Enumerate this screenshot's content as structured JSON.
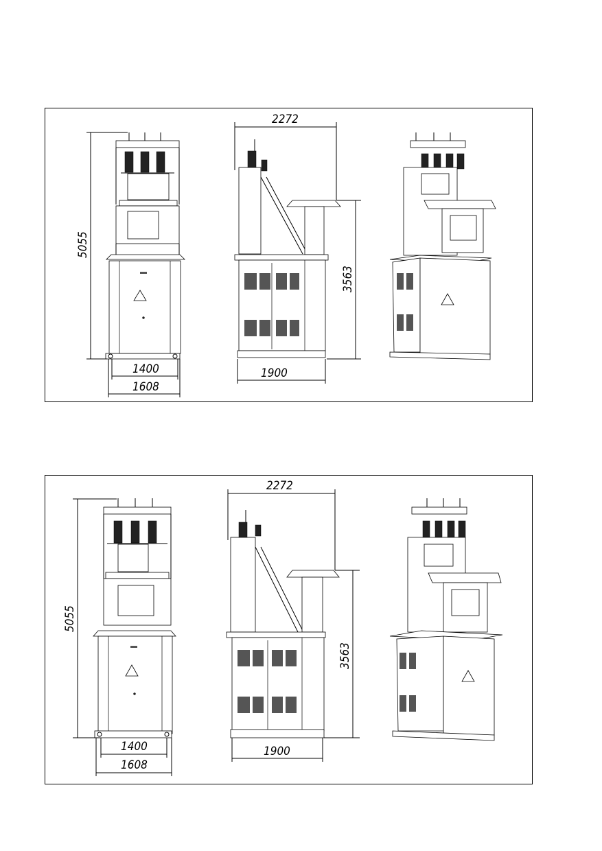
{
  "drawing_top": {
    "dim_top_width": "2272",
    "dim_total_height": "5055",
    "dim_side_height": "3563",
    "dim_inner_width": "1400",
    "dim_outer_width": "1608",
    "dim_base_length": "1900"
  },
  "drawing_bottom": {
    "dim_top_width": "2272",
    "dim_total_height": "5055",
    "dim_side_height": "3563",
    "dim_inner_width": "1400",
    "dim_outer_width": "1608",
    "dim_base_length": "1900"
  }
}
